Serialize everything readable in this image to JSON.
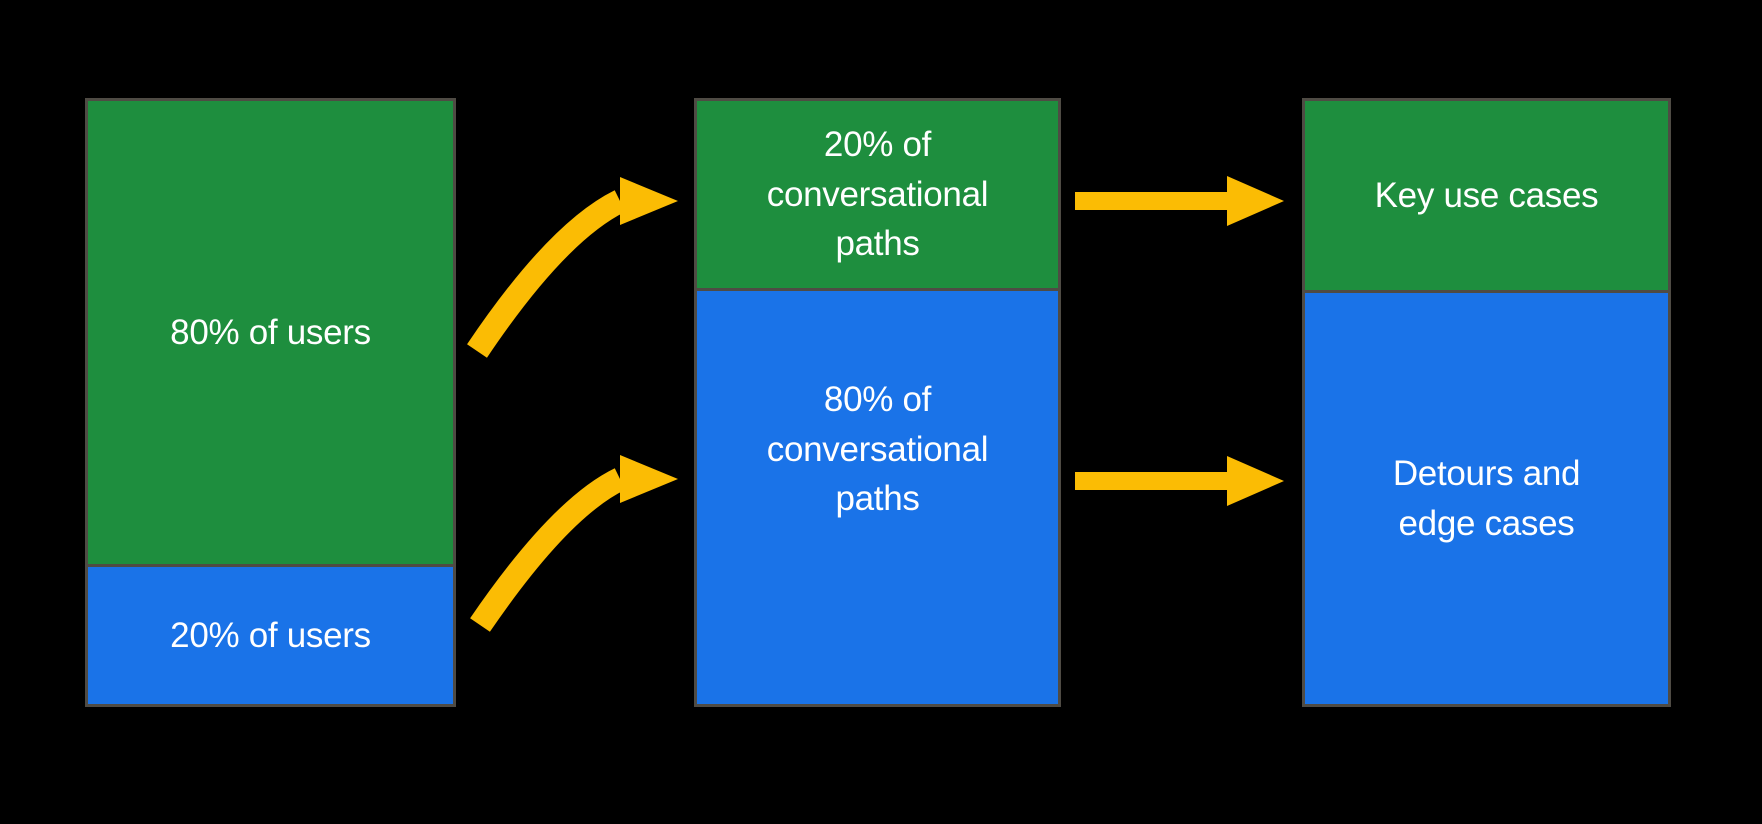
{
  "diagram": {
    "title": "80/20 users to conversational paths flow",
    "columns": [
      {
        "id": "users",
        "segments": [
          {
            "id": "users-majority",
            "label": "80% of users",
            "color": "green"
          },
          {
            "id": "users-minority",
            "label": "20% of users",
            "color": "blue"
          }
        ]
      },
      {
        "id": "conversational-paths",
        "segments": [
          {
            "id": "paths-minority",
            "label": "20% of conversational paths",
            "color": "green"
          },
          {
            "id": "paths-majority",
            "label": "80% of conversational paths",
            "color": "blue"
          }
        ]
      },
      {
        "id": "outcomes",
        "segments": [
          {
            "id": "key-use-cases",
            "label": "Key use cases",
            "color": "green"
          },
          {
            "id": "detours-edge-cases",
            "label": "Detours and edge cases",
            "color": "blue"
          }
        ]
      }
    ],
    "flows": [
      {
        "from": "80% of users",
        "to": "20% of conversational paths",
        "style": "curved"
      },
      {
        "from": "20% of users",
        "to": "80% of conversational paths",
        "style": "curved"
      },
      {
        "from": "20% of conversational paths",
        "to": "Key use cases",
        "style": "straight"
      },
      {
        "from": "80% of conversational paths",
        "to": "Detours and edge cases",
        "style": "straight"
      }
    ]
  },
  "colors": {
    "background": "#000000",
    "green": "#1e8e3e",
    "blue": "#1a73e8",
    "arrow": "#fbbc04",
    "border": "#4f4b44",
    "text": "#ffffff"
  }
}
